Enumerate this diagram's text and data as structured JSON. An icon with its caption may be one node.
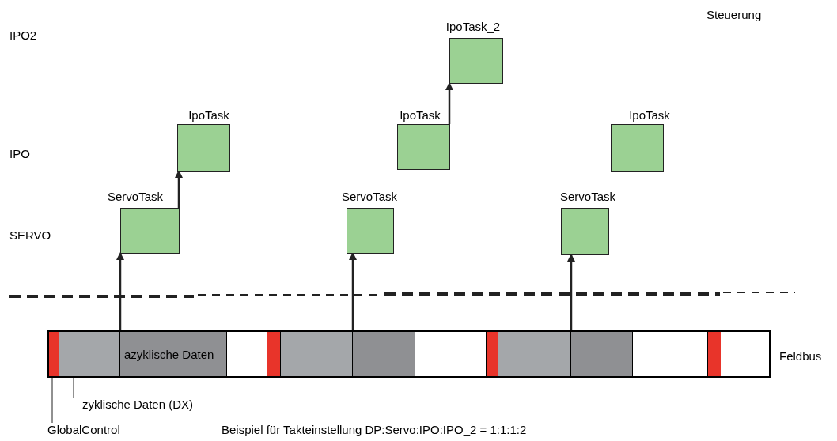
{
  "diagram": {
    "nodes": [
      {
        "text": [
          "IpoTask_2"
        ]
      },
      {
        "text": [
          "IpoTask"
        ]
      },
      {
        "text": [
          "IpoTask"
        ]
      },
      {
        "text": [
          "IpoTask"
        ]
      },
      {
        "text": [
          "ServoTask"
        ]
      },
      {
        "text": [
          "ServoTask"
        ]
      },
      {
        "text": [
          "ServoTask"
        ]
      },
      {
        "text": [],
        "shape": "bar",
        "beside": [
          "Feldbus"
        ]
      },
      {
        "text": [],
        "shape": "bar",
        "in": 7
      },
      {
        "text": [],
        "shape": "bar",
        "in": 7
      },
      {
        "text": [],
        "shape": "bar",
        "in": 7
      },
      {
        "text": [],
        "shape": "bar",
        "in": 7
      },
      {
        "text": [],
        "shape": "bar",
        "in": 7
      },
      {
        "text": [],
        "shape": "bar",
        "in": 7
      },
      {
        "text": [],
        "shape": "bar",
        "in": 7
      },
      {
        "text": [],
        "shape": "bar",
        "in": 7
      },
      {
        "text": [],
        "shape": "bar",
        "in": 7
      },
      {
        "text": [],
        "shape": "bar",
        "in": 7
      },
      {
        "text": [],
        "shape": "bar",
        "in": 7
      },
      {
        "text": [],
        "shape": "bar",
        "in": 7
      },
      {
        "text": [],
        "shape": "bar",
        "in": 7
      },
      {
        "text": [],
        "shape": "bar",
        "in": 7
      },
      {
        "text": [
          "GlobalControl"
        ]
      },
      {
        "text": [
          "zyklische Daten (DX)"
        ]
      }
    ],
    "edges": [
      {
        "from": 7,
        "to": 4,
        "arrow": "to"
      },
      {
        "from": 7,
        "to": 5,
        "arrow": "to"
      },
      {
        "from": 7,
        "to": 6,
        "arrow": "to"
      },
      {
        "from": 4,
        "to": 1,
        "arrow": "to"
      },
      {
        "from": 2,
        "to": 0,
        "arrow": "to"
      },
      {
        "from": 22,
        "to": 8,
        "arrow": "none"
      },
      {
        "from": 23,
        "to": 9,
        "arrow": "none"
      }
    ],
    "labels": [
      "Steuerung",
      "IPO2",
      "IPO",
      "SERVO",
      "azyklische Daten",
      "Beispiel für Takteinstellung DP:Servo:IPO:IPO_2 = 1:1:1:2"
    ]
  }
}
